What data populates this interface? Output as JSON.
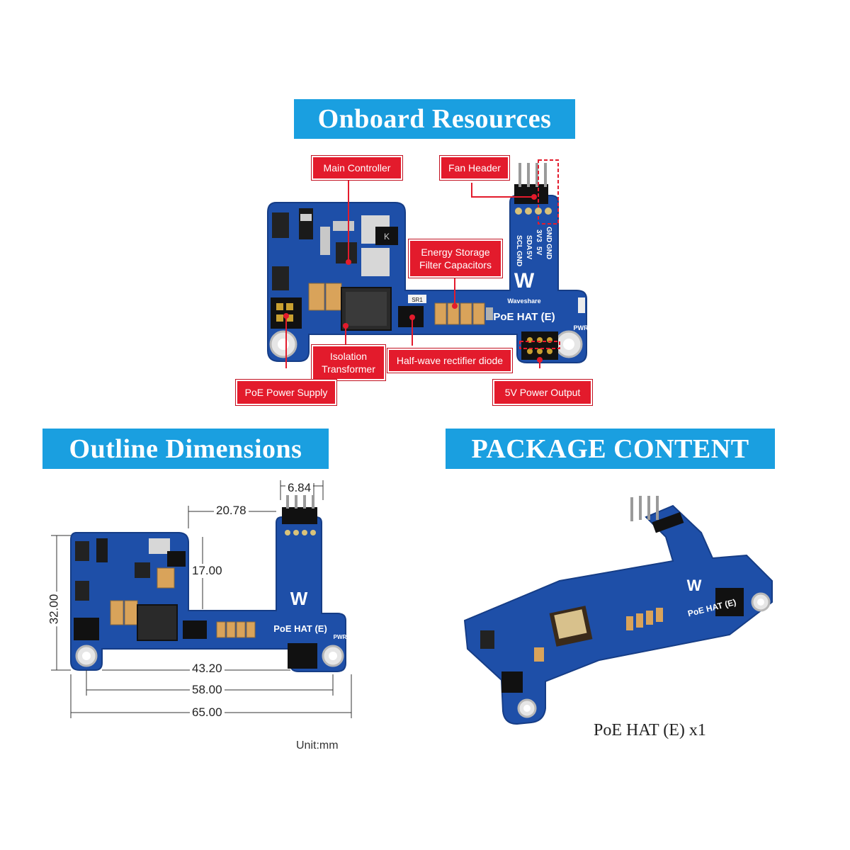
{
  "sections": {
    "onboard_title": "Onboard Resources",
    "outline_title": "Outline Dimensions",
    "package_title": "PACKAGE CONTENT"
  },
  "callouts": {
    "main_controller": "Main Controller",
    "fan_header": "Fan Header",
    "energy_storage_line1": "Energy Storage",
    "energy_storage_line2": "Filter Capacitors",
    "isolation_line1": "Isolation",
    "isolation_line2": "Transformer",
    "rectifier": "Half-wave rectifier diode",
    "poe_supply": "PoE Power Supply",
    "power_output": "5V Power Output"
  },
  "board": {
    "brand": "Waveshare",
    "model": "PoE HAT (E)",
    "pwr": "PWR",
    "pins_left": [
      "SCL",
      "GND"
    ],
    "pins_right": [
      "SDA",
      "5V",
      "3V3",
      "5V",
      "GND",
      "GND"
    ],
    "sr1": "SR1"
  },
  "dimensions": {
    "d_684": "6.84",
    "d_2078": "20.78",
    "d_1700": "17.00",
    "d_3200": "32.00",
    "d_4320": "43.20",
    "d_5800": "58.00",
    "d_6500": "65.00",
    "unit": "Unit:mm"
  },
  "package": {
    "item": "PoE HAT (E) x1"
  },
  "colors": {
    "banner": "#1a9fe0",
    "callout": "#e31b2c",
    "pcb": "#1e4fa8"
  }
}
